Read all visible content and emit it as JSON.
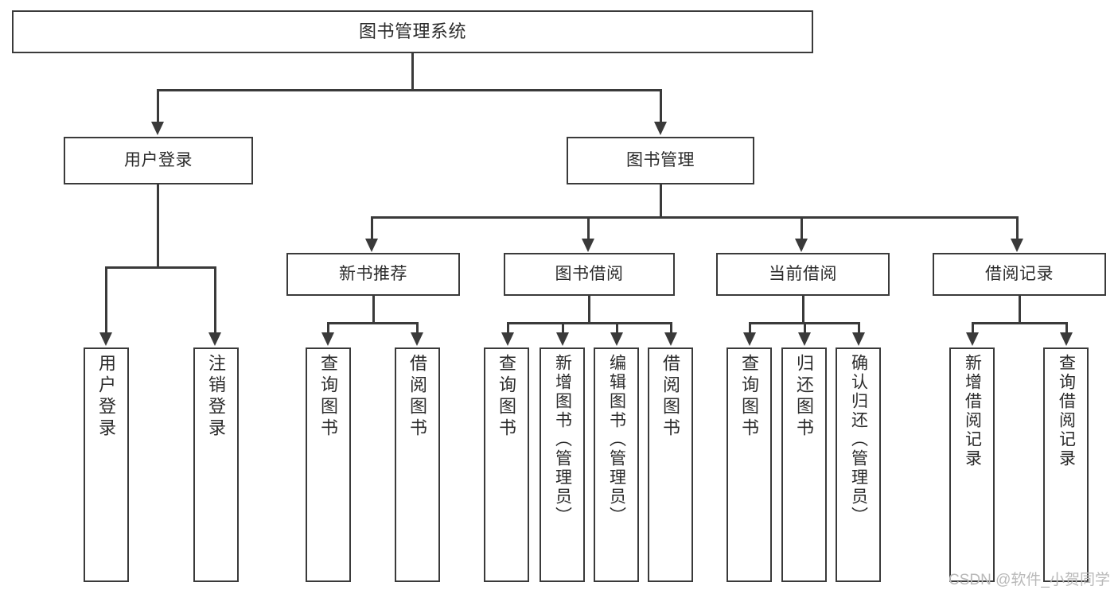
{
  "diagram": {
    "title": "图书管理系统",
    "type": "tree",
    "watermark": "CSDN @软件_小贺同学",
    "colors": {
      "stroke": "#3a3a3a",
      "fill": "#ffffff",
      "text": "#2b2b2b",
      "watermark": "#b9b9b9"
    },
    "root": {
      "label": "图书管理系统"
    },
    "level2": [
      {
        "label": "用户登录"
      },
      {
        "label": "图书管理"
      }
    ],
    "level3": [
      {
        "label": "新书推荐"
      },
      {
        "label": "图书借阅"
      },
      {
        "label": "当前借阅"
      },
      {
        "label": "借阅记录"
      }
    ],
    "leaves": {
      "user_login": [
        {
          "label": "用户登录"
        },
        {
          "label": "注销登录"
        }
      ],
      "new_book_recommend": [
        {
          "label": "查询图书"
        },
        {
          "label": "借阅图书"
        }
      ],
      "book_borrow": [
        {
          "label": "查询图书"
        },
        {
          "label": "新增图书（管理员）"
        },
        {
          "label": "编辑图书（管理员）"
        },
        {
          "label": "借阅图书"
        }
      ],
      "current_borrow": [
        {
          "label": "查询图书"
        },
        {
          "label": "归还图书"
        },
        {
          "label": "确认归还（管理员）"
        }
      ],
      "borrow_record": [
        {
          "label": "新增借阅记录"
        },
        {
          "label": "查询借阅记录"
        }
      ]
    }
  }
}
